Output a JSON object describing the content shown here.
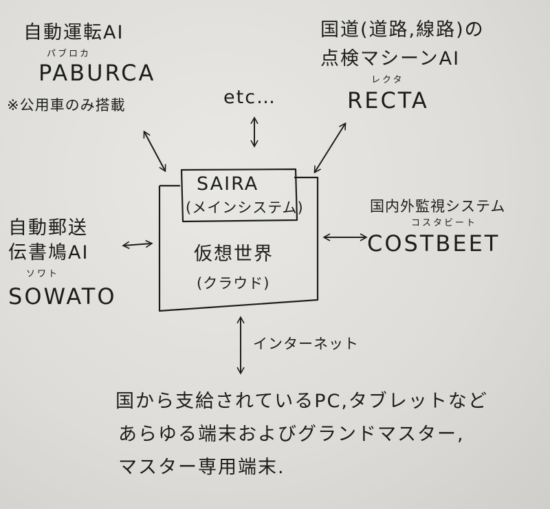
{
  "nodes": {
    "paburca": {
      "line1": "自動運転AI",
      "ruby": "パブロカ",
      "name": "PABURCA",
      "note": "※公用車のみ搭載"
    },
    "etc": {
      "label": "etc…"
    },
    "recta": {
      "line1": "国道(道路,線路)の",
      "line2": "点検マシーンAI",
      "ruby": "レクタ",
      "name": "RECTA"
    },
    "sowato": {
      "line1": "自動郵送",
      "line2": "伝書鳩AI",
      "ruby": "ソワト",
      "name": "SOWATO"
    },
    "costbeet": {
      "line1": "国内外監視システム",
      "ruby": "コスタビート",
      "name": "COSTBEET"
    },
    "saira": {
      "name": "SAIRA",
      "sub": "(メインシステム)"
    },
    "virtual_world": {
      "title": "仮想世界",
      "sub": "(クラウド)"
    }
  },
  "edges": {
    "internet_label": "インターネット"
  },
  "footer": {
    "line1": "国から支給されているPC,タブレットなど",
    "line2": "あらゆる端末およびグランドマスター,",
    "line3": "マスター専用端末."
  }
}
